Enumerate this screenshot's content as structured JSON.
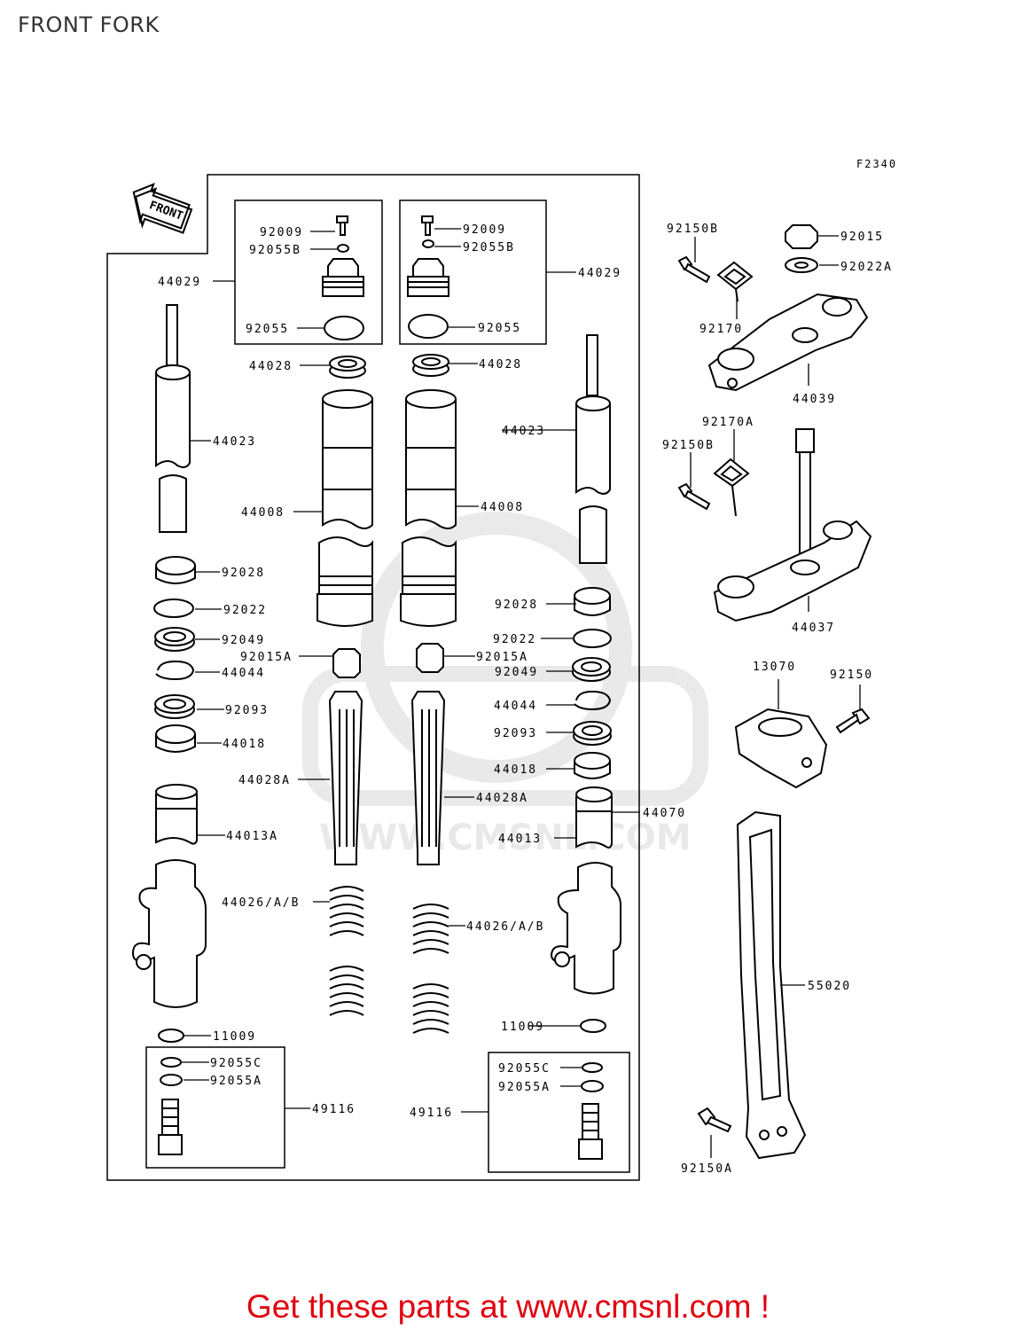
{
  "page": {
    "title": "FRONT FORK",
    "figure_id": "F2340",
    "footer": "Get these parts at www.cmsnl.com !"
  },
  "diagram": {
    "front_arrow": "FRONT",
    "watermark_text": "WWW.CMSNL.COM",
    "parts": [
      "44029",
      "92009",
      "92055B",
      "92055",
      "44028",
      "44023",
      "44008",
      "92028",
      "92022",
      "92049",
      "92015A",
      "44044",
      "92093",
      "44018",
      "44028A",
      "44013A",
      "44013",
      "44026/A/B",
      "11009",
      "92055C",
      "92055A",
      "49116",
      "44070",
      "55020",
      "92150B",
      "92170",
      "92015",
      "92022A",
      "44039",
      "92170A",
      "44037",
      "13070",
      "92150",
      "92150A"
    ]
  },
  "colors": {
    "footer_text": "#e0000f",
    "line": "#000000",
    "watermark": "#d9d9d9"
  }
}
